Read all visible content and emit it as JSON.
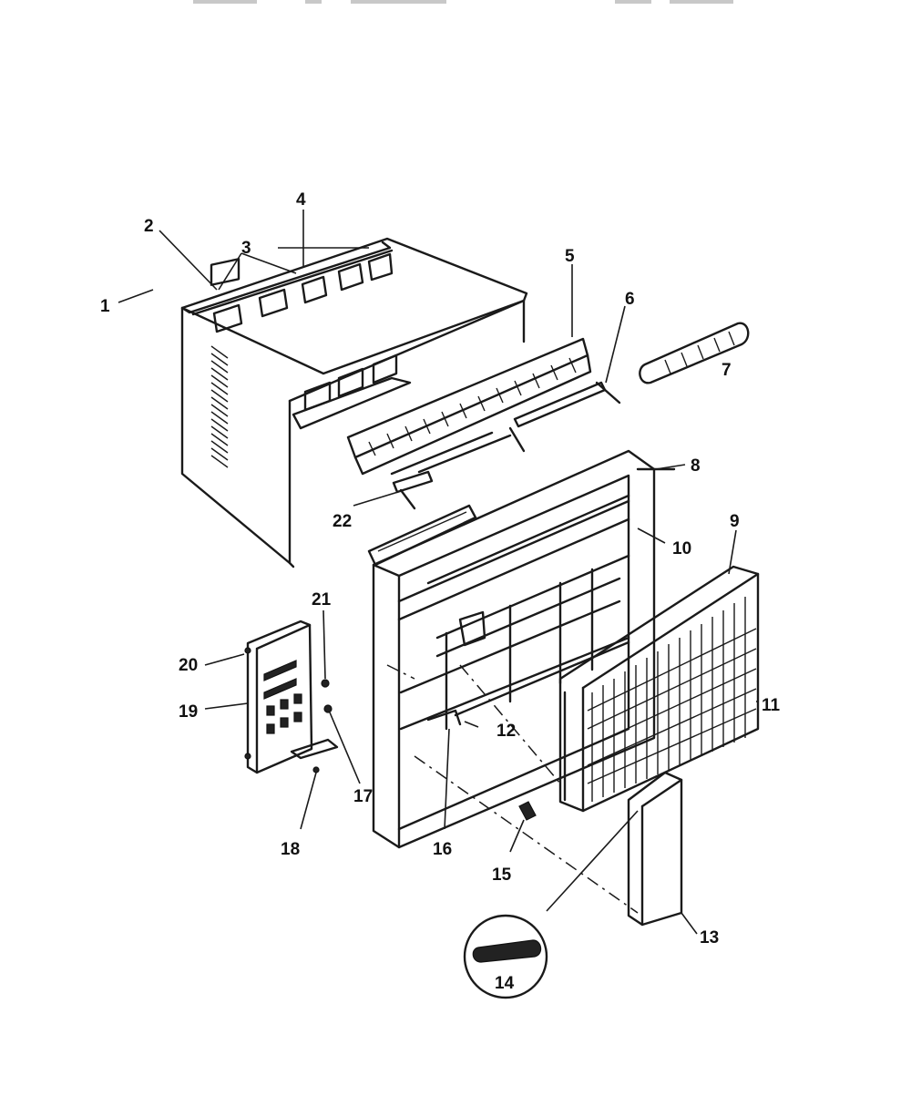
{
  "callouts": [
    "1",
    "2",
    "3",
    "4",
    "5",
    "6",
    "7",
    "8",
    "9",
    "10",
    "11",
    "12",
    "13",
    "14",
    "15",
    "16",
    "17",
    "18",
    "19",
    "20",
    "21",
    "22"
  ]
}
